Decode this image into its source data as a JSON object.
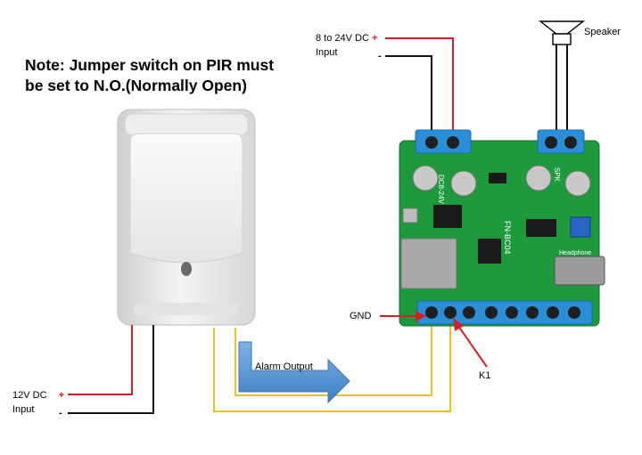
{
  "note": {
    "line1": "Note: Jumper switch on PIR must",
    "line2": "be set to N.O.(Normally Open)"
  },
  "labels": {
    "pir_power": {
      "line1": "12V DC",
      "line2": "Input",
      "plus": "+",
      "minus": "-"
    },
    "board_power": {
      "line1": "8 to 24V DC",
      "line2": "Input",
      "plus": "+",
      "minus": "-"
    },
    "speaker": "Speaker",
    "alarm_output": "Alarm Output",
    "gnd": "GND",
    "k1": "K1"
  },
  "board_silkscreen": {
    "model": "FN-BC04",
    "power": "DC8-24V",
    "spk": "SPK",
    "headphone": "Headphone"
  },
  "colors": {
    "positive_wire": "#d42020",
    "negative_wire": "#111111",
    "signal_wire": "#f0c020",
    "pcb": "#1e9a3c",
    "terminal": "#2a8fd8",
    "arrow": "#4f8fd0"
  }
}
